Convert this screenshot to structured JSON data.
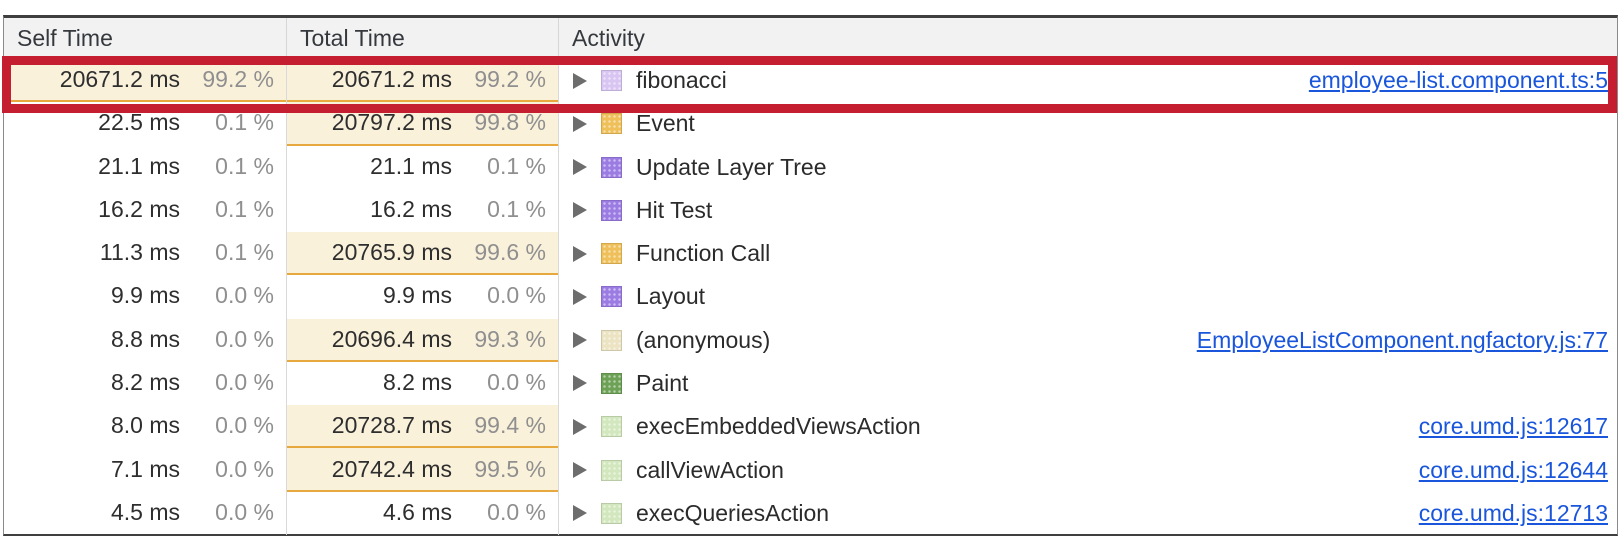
{
  "table": {
    "columns": [
      {
        "label": "Self Time"
      },
      {
        "label": "Total Time"
      },
      {
        "label": "Activity"
      }
    ],
    "rows": [
      {
        "self_time": "20671.2 ms",
        "self_pct": "99.2 %",
        "self_highlight": true,
        "total_time": "20671.2 ms",
        "total_pct": "99.2 %",
        "total_highlight": true,
        "activity": "fibonacci",
        "category_color": "#d9c5f2",
        "link": "employee-list.component.ts:5",
        "annotated": true
      },
      {
        "self_time": "22.5 ms",
        "self_pct": "0.1 %",
        "self_highlight": false,
        "total_time": "20797.2 ms",
        "total_pct": "99.8 %",
        "total_highlight": true,
        "activity": "Event",
        "category_color": "#efc05a",
        "link": "",
        "annotated": false
      },
      {
        "self_time": "21.1 ms",
        "self_pct": "0.1 %",
        "self_highlight": false,
        "total_time": "21.1 ms",
        "total_pct": "0.1 %",
        "total_highlight": false,
        "activity": "Update Layer Tree",
        "category_color": "#9b7ce3",
        "link": "",
        "annotated": false
      },
      {
        "self_time": "16.2 ms",
        "self_pct": "0.1 %",
        "self_highlight": false,
        "total_time": "16.2 ms",
        "total_pct": "0.1 %",
        "total_highlight": false,
        "activity": "Hit Test",
        "category_color": "#9b7ce3",
        "link": "",
        "annotated": false
      },
      {
        "self_time": "11.3 ms",
        "self_pct": "0.1 %",
        "self_highlight": false,
        "total_time": "20765.9 ms",
        "total_pct": "99.6 %",
        "total_highlight": true,
        "activity": "Function Call",
        "category_color": "#efc05a",
        "link": "",
        "annotated": false
      },
      {
        "self_time": "9.9 ms",
        "self_pct": "0.0 %",
        "self_highlight": false,
        "total_time": "9.9 ms",
        "total_pct": "0.0 %",
        "total_highlight": false,
        "activity": "Layout",
        "category_color": "#9b7ce3",
        "link": "",
        "annotated": false
      },
      {
        "self_time": "8.8 ms",
        "self_pct": "0.0 %",
        "self_highlight": false,
        "total_time": "20696.4 ms",
        "total_pct": "99.3 %",
        "total_highlight": true,
        "activity": "(anonymous)",
        "category_color": "#ece3c2",
        "link": "EmployeeListComponent.ngfactory.js:77",
        "annotated": false
      },
      {
        "self_time": "8.2 ms",
        "self_pct": "0.0 %",
        "self_highlight": false,
        "total_time": "8.2 ms",
        "total_pct": "0.0 %",
        "total_highlight": false,
        "activity": "Paint",
        "category_color": "#6da156",
        "link": "",
        "annotated": false
      },
      {
        "self_time": "8.0 ms",
        "self_pct": "0.0 %",
        "self_highlight": false,
        "total_time": "20728.7 ms",
        "total_pct": "99.4 %",
        "total_highlight": true,
        "activity": "execEmbeddedViewsAction",
        "category_color": "#d2e7bd",
        "link": "core.umd.js:12617",
        "annotated": false
      },
      {
        "self_time": "7.1 ms",
        "self_pct": "0.0 %",
        "self_highlight": false,
        "total_time": "20742.4 ms",
        "total_pct": "99.5 %",
        "total_highlight": true,
        "activity": "callViewAction",
        "category_color": "#d2e7bd",
        "link": "core.umd.js:12644",
        "annotated": false
      },
      {
        "self_time": "4.5 ms",
        "self_pct": "0.0 %",
        "self_highlight": false,
        "total_time": "4.6 ms",
        "total_pct": "0.0 %",
        "total_highlight": false,
        "activity": "execQueriesAction",
        "category_color": "#d2e7bd",
        "link": "core.umd.js:12713",
        "annotated": false
      }
    ]
  },
  "colors": {
    "highlight_bg": "#faf1db",
    "highlight_border": "#e7a93e",
    "annotation_red": "#c41e30",
    "link_blue": "#1a56db",
    "header_bg": "#f2f2f2"
  },
  "icons": {
    "disclosure": "expand-triangle-icon"
  }
}
